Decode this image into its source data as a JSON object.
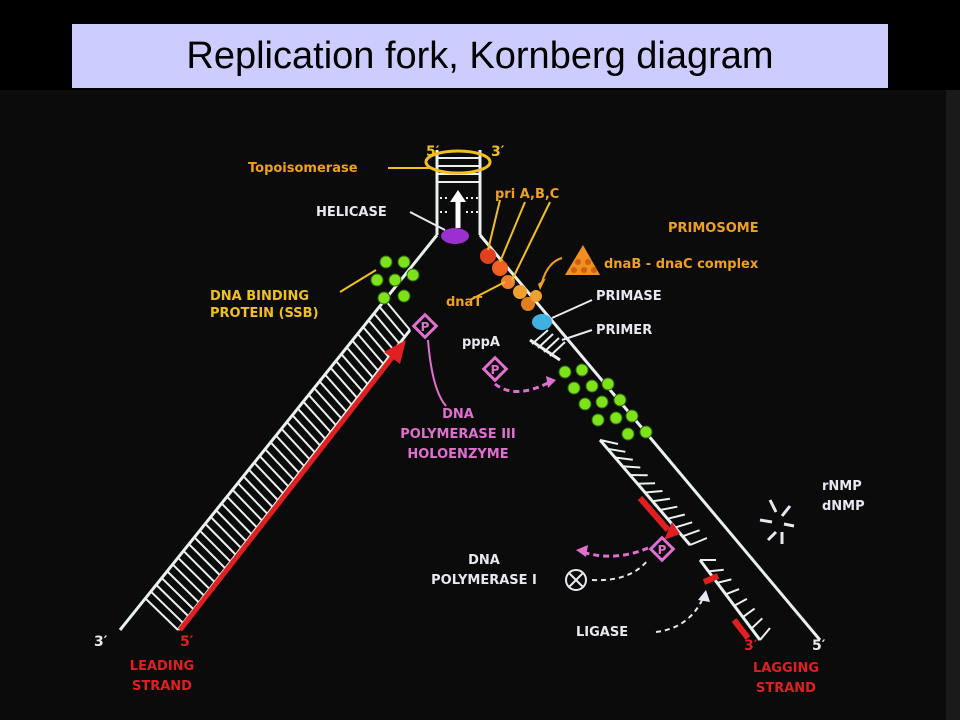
{
  "title": "Replication fork, Kornberg diagram",
  "labels": {
    "five_prime_top": "5′",
    "three_prime_top": "3′",
    "topoisomerase": "Topoisomerase",
    "helicase": "HELICASE",
    "pri": "pri A,B,C",
    "primosome": "PRIMOSOME",
    "dnab_dnac": "dnaB - dnaC complex",
    "dnat": "dnaT",
    "primase": "PRIMASE",
    "primer": "PRIMER",
    "pppa": "pppA",
    "ssb_line1": "DNA BINDING",
    "ssb_line2": "PROTEIN (SSB)",
    "pol3_line1": "DNA",
    "pol3_line2": "POLYMERASE III",
    "pol3_line3": "HOLOENZYME",
    "p_symbol": "P",
    "rnmp": "rNMP",
    "dnmp": "dNMP",
    "pol1_line1": "DNA",
    "pol1_line2": "POLYMERASE I",
    "ligase": "LIGASE",
    "three_prime_left": "3′",
    "five_prime_left": "5′",
    "leading_line1": "LEADING",
    "leading_line2": "STRAND",
    "three_prime_right_lag": "3′",
    "five_prime_right": "5′",
    "lagging_line1": "LAGGING",
    "lagging_line2": "STRAND"
  },
  "colors": {
    "title_bg": "#ccccff",
    "strand": "#e8f0f0",
    "leading": "#e02020",
    "ssb": "#7ee21a",
    "helicase": "#9b30d0",
    "pol3": "#e070d0",
    "orange_label": "#f0a020",
    "white_label": "#e8e8f0",
    "primase": "#40b0e0"
  }
}
